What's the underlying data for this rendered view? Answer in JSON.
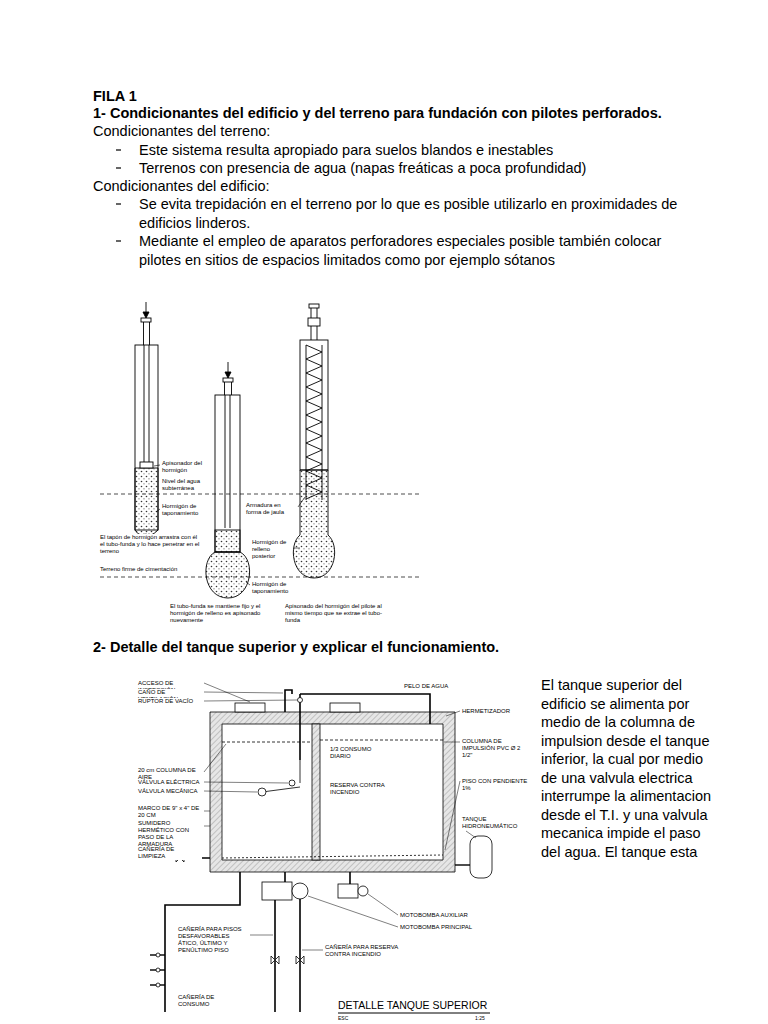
{
  "diagram": {
    "title": "FILA 1",
    "labels": [
      "1- Condicionantes del edificio y del terreno para fundación con pilotes perforados.",
      "Condicionantes del terreno:",
      "Este sistema resulta apropiado para suelos blandos e inestables",
      "Terrenos con presencia de agua (napas freáticas a poca profundidad)",
      "Condicionantes del edificio:",
      "Se evita trepidación en el terreno por lo que es posible utilizarlo en proximidades de edificios linderos.",
      "Mediante el empleo de aparatos perforadores especiales posible también colocar pilotes en sitios de espacios limitados como por ejemplo sótanos",
      "Apisonador del hormigón",
      "Nivel del agua subterránea",
      "Hormigón de taponamiento",
      "El tapón de hormigón arrastra con él el tubo-funda y lo hace penetrar en el terreno",
      "Armadura en forma de jaula",
      "Hormigón de relleno posterior",
      "Hormigón de taponamiento",
      "Terreno firme de cimentación",
      "El tubo-funda se mantiene fijo y el hormigón de relleno es apisonado nuevamente",
      "Apisonado del hormigón del pilote al mismo tiempo que se extrae el tubo-funda",
      "2- Detalle del tanque superior y explicar el funcionamiento.",
      "El tanque superior del edificio se alimenta por medio de la columna de impulsion desde el tanque inferior, la cual por medio de una valvula electrica interrumpe la alimentacion desde el T.I. y una valvula mecanica impide el paso del agua. El tanque esta",
      "ACCESO DE INSPECCIÓN",
      "CAÑO DE VENTILACIÓN",
      "RUPTOR DE VACÍO",
      "20 cm COLUMNA DE AIRE",
      "VÁLVULA ELÉCTRICA",
      "VÁLVULA MECÁNICA",
      "MARCO DE 9\" x 4\" DE 20 CM",
      "SUMIDERO HERMÉTICO CON PASO DE LA ARMADURA",
      "CAÑERÍA DE LIMPIEZA",
      "PELO DE AGUA",
      "HERMETIZADOR",
      "COLUMNA DE IMPULSIÓN PVC Ø 2 1/2\"",
      "PISO CON PENDIENTE 1%",
      "TANQUE HIDRONEUMÁTICO",
      "1/3 CONSUMO DIARIO",
      "RESERVA CONTRA INCENDIO",
      "MOTOBOMBA AUXILIAR",
      "MOTOBOMBA PRINCIPAL",
      "CAÑERÍA PARA PISOS DESFAVORABLES ÁTICO, ÚLTIMO Y PENÚLTIMO PISO",
      "CAÑERÍA PARA RESERVA CONTRA INCENDIO",
      "CAÑERÍA DE CONSUMO",
      "DETALLE TANQUE SUPERIOR",
      "ESC",
      "1:25"
    ]
  }
}
